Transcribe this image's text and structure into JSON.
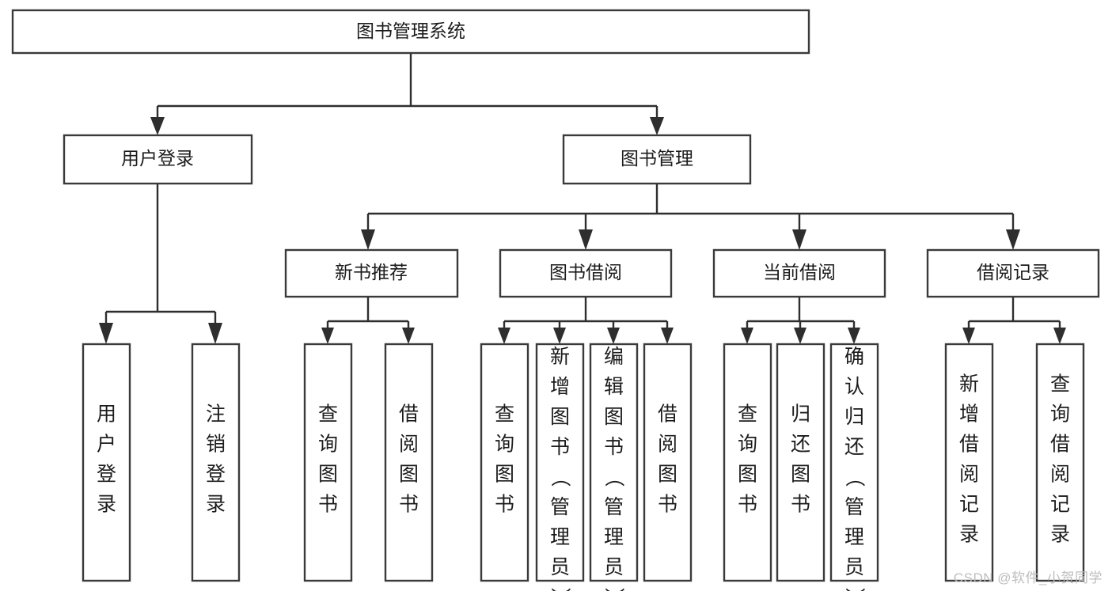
{
  "diagram": {
    "type": "tree",
    "title": "图书管理系统",
    "orientation": "top-down",
    "watermark": "CSDN @软件_小贺同学",
    "colors": {
      "box_stroke": "#3a3a3a",
      "box_fill": "#ffffff",
      "edge": "#2e2e2e",
      "text": "#1c1c1c",
      "watermark": "#bdbdbd"
    },
    "nodes": {
      "root": {
        "label": "图书管理系统"
      },
      "level2": [
        {
          "label": "用户登录"
        },
        {
          "label": "图书管理"
        }
      ],
      "level3": [
        {
          "label": "新书推荐"
        },
        {
          "label": "图书借阅"
        },
        {
          "label": "当前借阅"
        },
        {
          "label": "借阅记录"
        }
      ],
      "leaves": {
        "user_login": [
          {
            "label": "用户登录"
          },
          {
            "label": "注销登录"
          }
        ],
        "new_book_recommend": [
          {
            "label": "查询图书"
          },
          {
            "label": "借阅图书"
          }
        ],
        "book_borrow": [
          {
            "label": "查询图书"
          },
          {
            "label": "新增图书（管理员）"
          },
          {
            "label": "编辑图书（管理员）"
          },
          {
            "label": "借阅图书"
          }
        ],
        "current_borrow": [
          {
            "label": "查询图书"
          },
          {
            "label": "归还图书"
          },
          {
            "label": "确认归还（管理员）"
          }
        ],
        "borrow_record": [
          {
            "label": "新增借阅记录"
          },
          {
            "label": "查询借阅记录"
          }
        ]
      }
    }
  }
}
